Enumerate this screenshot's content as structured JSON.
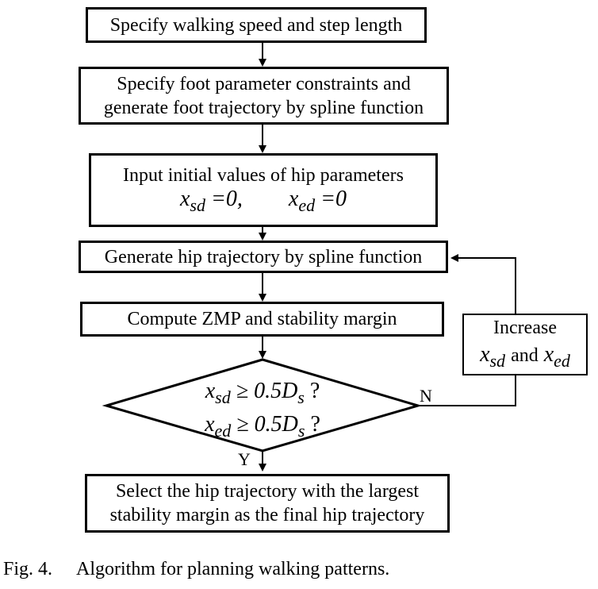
{
  "flowchart": {
    "step1": "Specify walking speed and step length",
    "step2": {
      "line1": "Specify foot parameter constraints and",
      "line2": "generate foot trajectory by spline function"
    },
    "step3": {
      "line1": "Input initial values of hip parameters",
      "x_sd": {
        "base": "x",
        "sub": "sd",
        "rhs": "=0,"
      },
      "x_ed": {
        "base": "x",
        "sub": "ed",
        "rhs": "=0"
      }
    },
    "step4": "Generate hip trajectory by spline function",
    "step5": "Compute ZMP and stability margin",
    "decision": {
      "cond1": {
        "base": "x",
        "sub": "sd",
        "rhs": "≥ 0.5D",
        "rhs_sub": "s",
        "tail": "?"
      },
      "cond2": {
        "base": "x",
        "sub": "ed",
        "rhs": "≥ 0.5D",
        "rhs_sub": "s",
        "tail": "?"
      }
    },
    "loop_box": {
      "line1": "Increase",
      "x1": {
        "base": "x",
        "sub": "sd"
      },
      "and": "and",
      "x2": {
        "base": "x",
        "sub": "ed"
      }
    },
    "no_label": "N",
    "yes_label": "Y",
    "step6": {
      "line1": "Select the hip trajectory with the largest",
      "line2": "stability margin as the final hip trajectory"
    }
  },
  "caption": {
    "fig": "Fig. 4.",
    "text": "Algorithm for planning walking patterns."
  }
}
